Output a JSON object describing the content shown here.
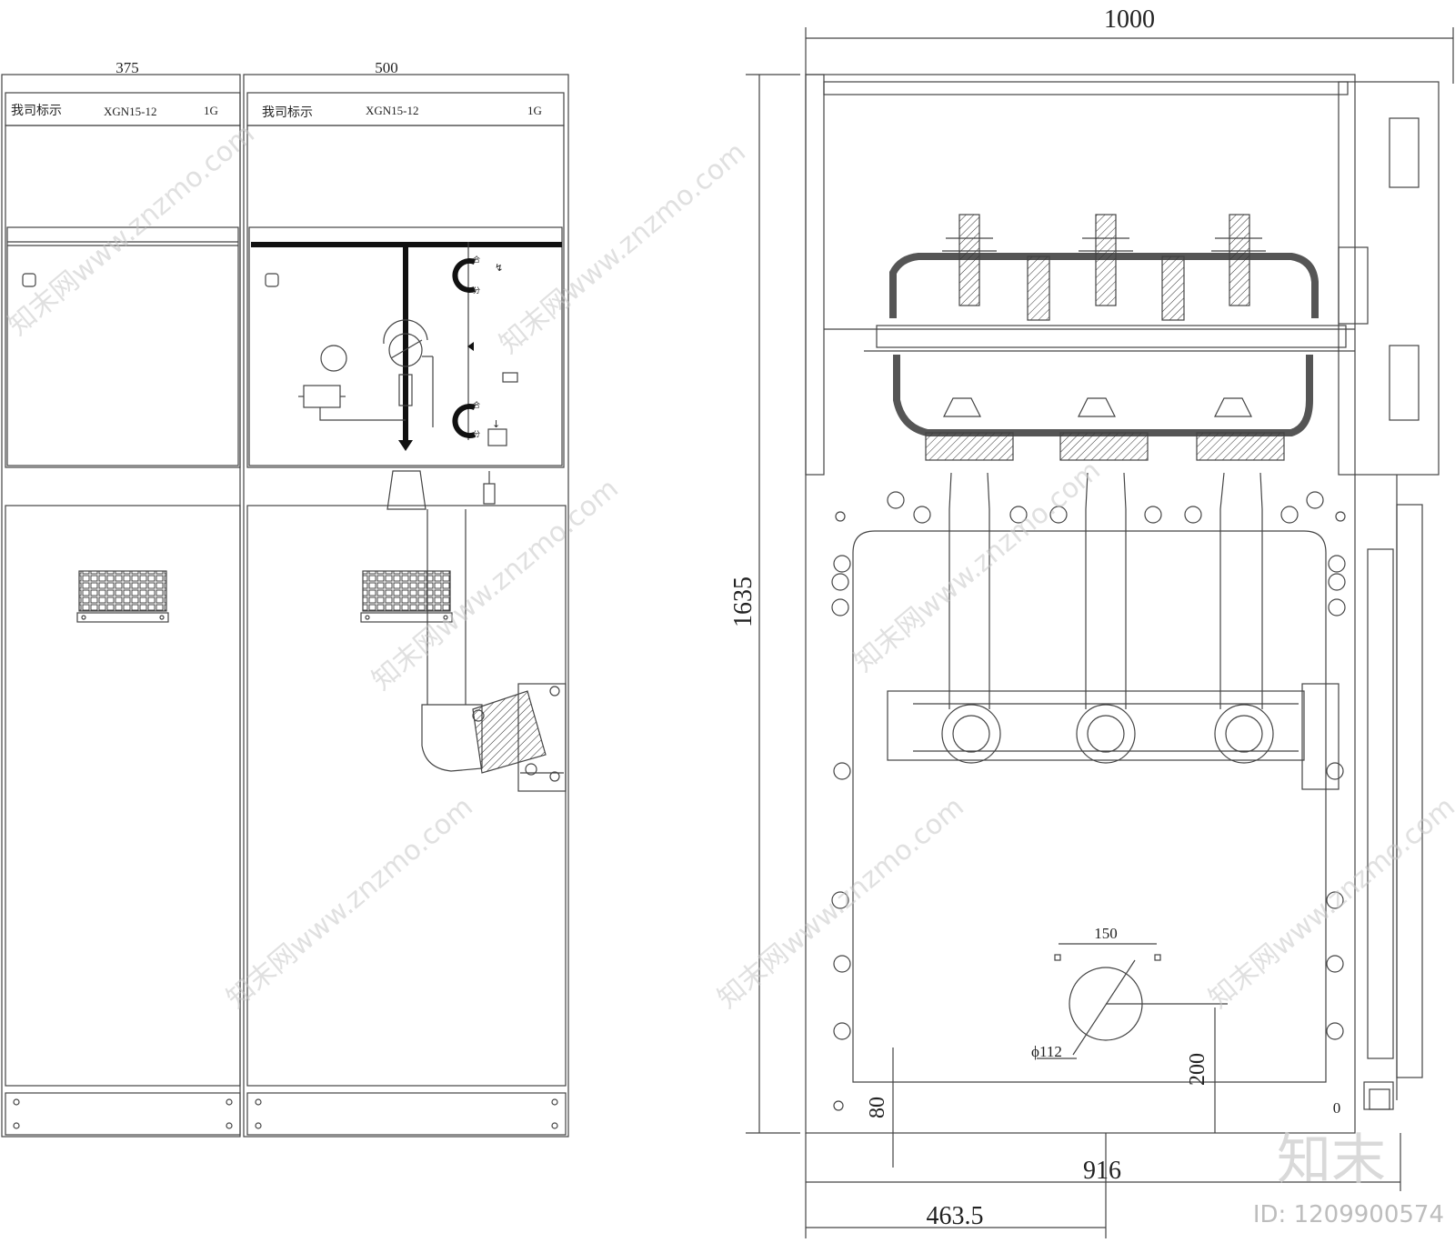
{
  "front_view": {
    "dim_left_width": "375",
    "dim_right_width": "500",
    "left_nameplate": {
      "label": "我司标示",
      "model": "XGN15-12",
      "code": "1G"
    },
    "right_nameplate": {
      "label": "我司标示",
      "model": "XGN15-12",
      "code": "1G"
    },
    "diagram_symbols": {
      "close_mark": "合",
      "open_mark": "分"
    }
  },
  "side_view": {
    "dim_total_width": "1000",
    "dim_height": "1635",
    "dim_hole_spacing": "150",
    "dim_hole_diameter": "ϕ112",
    "dim_hole_offset_v": "200",
    "dim_bottom_margin": "80",
    "dim_bottom_width": "916",
    "dim_half_width": "463.5",
    "corner_mark": "0"
  },
  "watermark": {
    "site": "知末网www.znzmo.com",
    "brand": "知末",
    "id_text": "ID: 1209900574"
  }
}
